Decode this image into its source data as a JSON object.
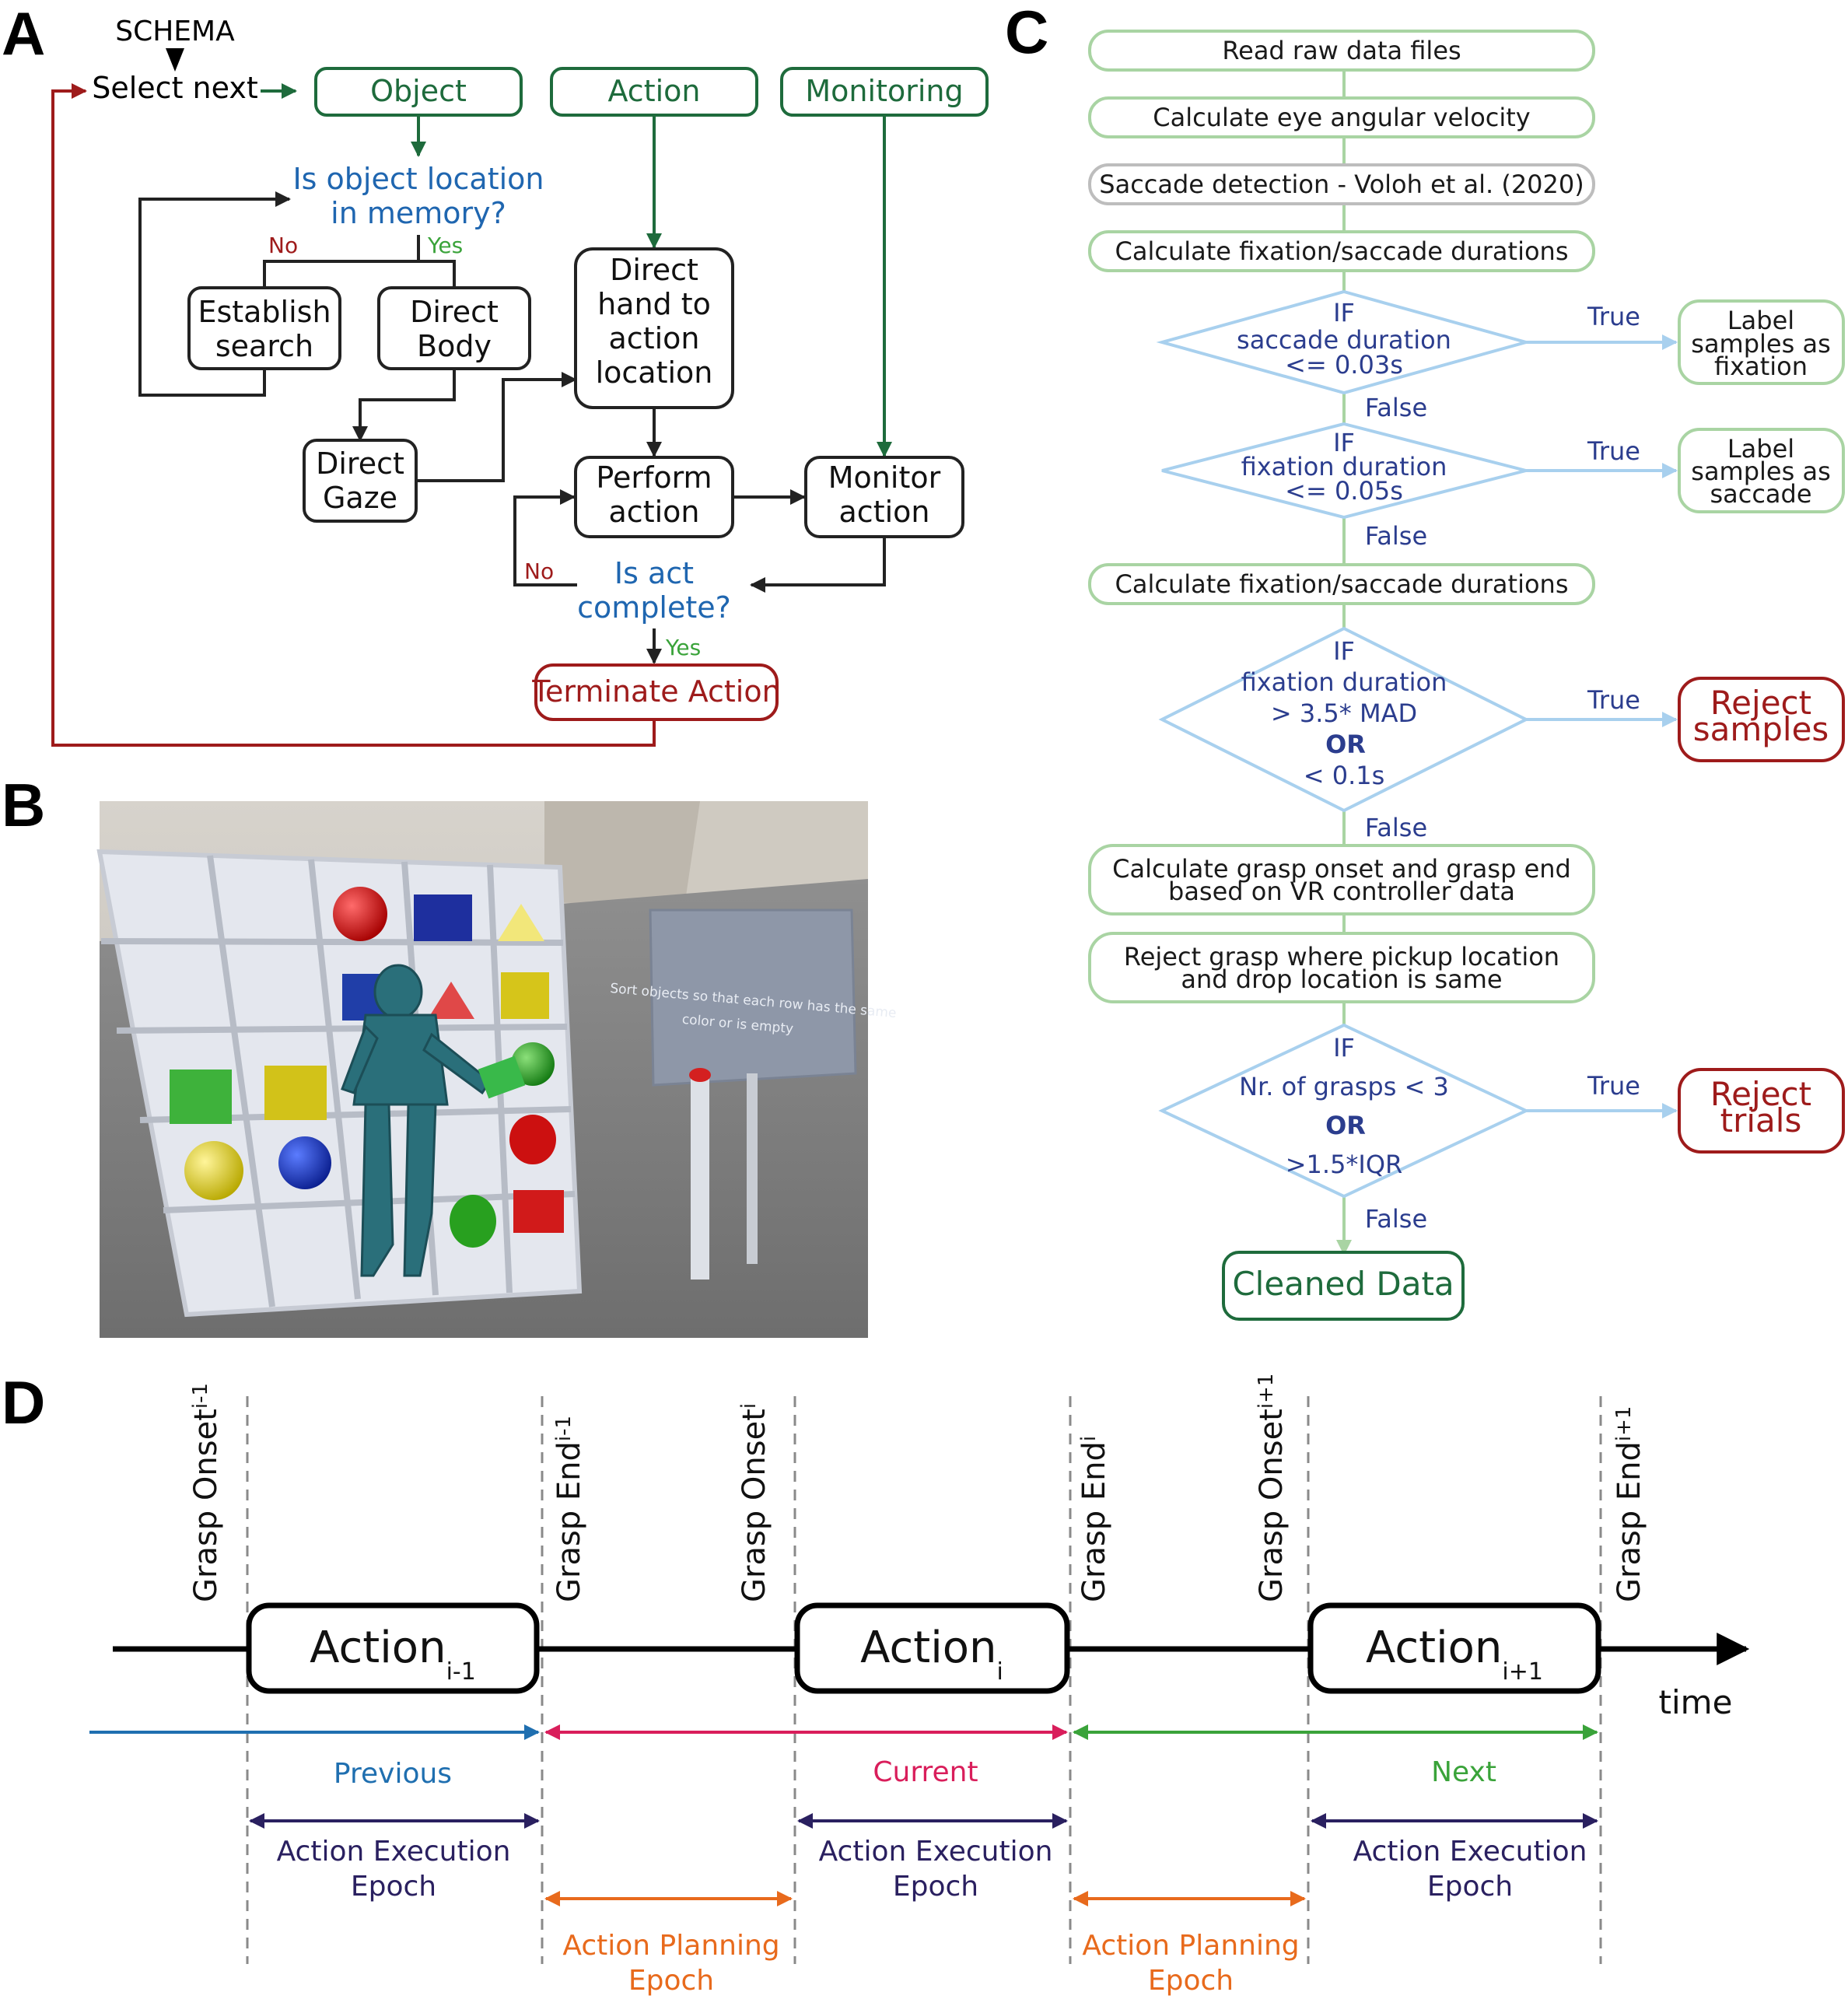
{
  "colors": {
    "dark_green": "#1e6b3c",
    "light_green": "#a9d4a3",
    "light_blue": "#a8d0ee",
    "blue_text": "#1f66b0",
    "navy_text": "#2b3d8e",
    "dark_red": "#9e1b1b",
    "grey_box": "#bdbdbd",
    "epoch_navy": "#2a2060",
    "previous_blue": "#1f6fb0",
    "current_pink": "#d91e5b",
    "next_green": "#3aa33a",
    "planning_orange": "#e86a1c"
  },
  "panel_a": {
    "letter": "A",
    "schema_label": "SCHEMA",
    "select_next": "Select next",
    "object": "Object",
    "action": "Action",
    "monitoring": "Monitoring",
    "q_object_line1": "Is object location",
    "q_object_line2": "in memory?",
    "no1": "No",
    "yes1": "Yes",
    "establish_line1": "Establish",
    "establish_line2": "search",
    "direct_body_line1": "Direct",
    "direct_body_line2": "Body",
    "direct_gaze_line1": "Direct",
    "direct_gaze_line2": "Gaze",
    "direct_hand_line1": "Direct",
    "direct_hand_line2": "hand to",
    "direct_hand_line3": "action",
    "direct_hand_line4": "location",
    "perform_line1": "Perform",
    "perform_line2": "action",
    "monitor_line1": "Monitor",
    "monitor_line2": "action",
    "q_act_line1": "Is act",
    "q_act_line2": "complete?",
    "no2": "No",
    "yes2": "Yes",
    "terminate": "Terminate Action"
  },
  "panel_b": {
    "letter": "B",
    "sign_line1": "Sort objects so that each row has the same",
    "sign_line2": "color  or is empty"
  },
  "panel_c": {
    "letter": "C",
    "step1": "Read raw data files",
    "step2": "Calculate eye angular velocity",
    "step3": "Saccade detection - Voloh et al. (2020)",
    "step4": "Calculate fixation/saccade durations",
    "d1_if": "IF",
    "d1_line2": "saccade duration",
    "d1_line3": "<= 0.03s",
    "d1_out_line1": "Label",
    "d1_out_line2": "samples as",
    "d1_out_line3": "fixation",
    "d2_if": "IF",
    "d2_line2": "fixation duration",
    "d2_line3": "<= 0.05s",
    "d2_out_line1": "Label",
    "d2_out_line2": "samples as",
    "d2_out_line3": "saccade",
    "step5": "Calculate fixation/saccade durations",
    "d3_if": "IF",
    "d3_line2": "fixation duration",
    "d3_line3": "> 3.5* MAD",
    "d3_or": "OR",
    "d3_line5": "< 0.1s",
    "d3_out_line1": "Reject",
    "d3_out_line2": "samples",
    "step6_line1": "Calculate grasp onset and grasp end",
    "step6_line2": "based on VR controller data",
    "step7_line1": "Reject grasp where pickup location",
    "step7_line2": "and drop location is same",
    "d4_if": "IF",
    "d4_line2": "Nr. of grasps < 3",
    "d4_or": "OR",
    "d4_line4": ">1.5*IQR",
    "d4_out_line1": "Reject",
    "d4_out_line2": "trials",
    "true_label": "True",
    "false_label": "False",
    "final": "Cleaned Data"
  },
  "panel_d": {
    "letter": "D",
    "grasp_onset": "Grasp Onset",
    "grasp_end": "Grasp End",
    "sub_prev": "i-1",
    "sub_cur": "i",
    "sub_next": "i+1",
    "action": "Action",
    "time": "time",
    "previous": "Previous",
    "current": "Current",
    "next": "Next",
    "exec_line1": "Action Execution",
    "exec_line2": "Epoch",
    "plan_line1": "Action Planning",
    "plan_line2": "Epoch"
  }
}
